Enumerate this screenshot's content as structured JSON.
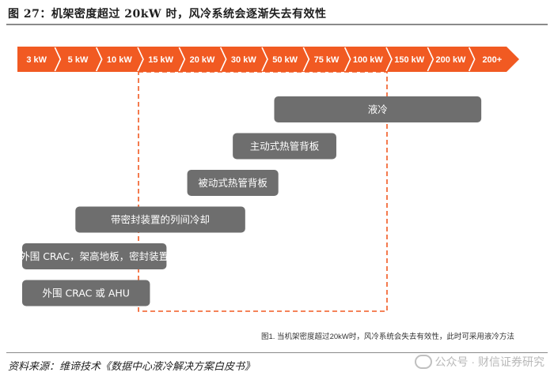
{
  "title": "图 27：机架密度超过 20kW 时，风冷系统会逐渐失去有效性",
  "scale": {
    "labels": [
      "3 kW",
      "5 kW",
      "10 kW",
      "15 kW",
      "20 kW",
      "30 kW",
      "50 kW",
      "75 kW",
      "100 kW",
      "150 kW",
      "200 kW",
      "200+"
    ]
  },
  "highlight_range": {
    "from": "15 kW",
    "to": "150 kW"
  },
  "bars": [
    {
      "label": "液冷",
      "from_index": 6.2,
      "to_index": 11.2
    },
    {
      "label": "主动式热管背板",
      "from_index": 5.2,
      "to_index": 7.7
    },
    {
      "label": "被动式热管背板",
      "from_index": 4.1,
      "to_index": 6.3
    },
    {
      "label": "带密封装置的列间冷却",
      "from_index": 1.4,
      "to_index": 5.5
    },
    {
      "label": "外围 CRAC，架高地板，密封装置",
      "from_index": 0,
      "to_index": 3.6
    },
    {
      "label": "外围 CRAC 或 AHU",
      "from_index": 0,
      "to_index": 3.2
    }
  ],
  "colors": {
    "arrow": "#f15a22",
    "bar": "#6e6e6e",
    "dashed": "#f15a22"
  },
  "caption": "图1. 当机架密度超过20kW时，风冷系统会失去有效性，此时可采用液冷方法",
  "source": "资料来源：维谛技术《数据中心液冷解决方案白皮书》",
  "watermark": "公众号 · 财信证券研究",
  "watermark_icon": "wechat-icon"
}
